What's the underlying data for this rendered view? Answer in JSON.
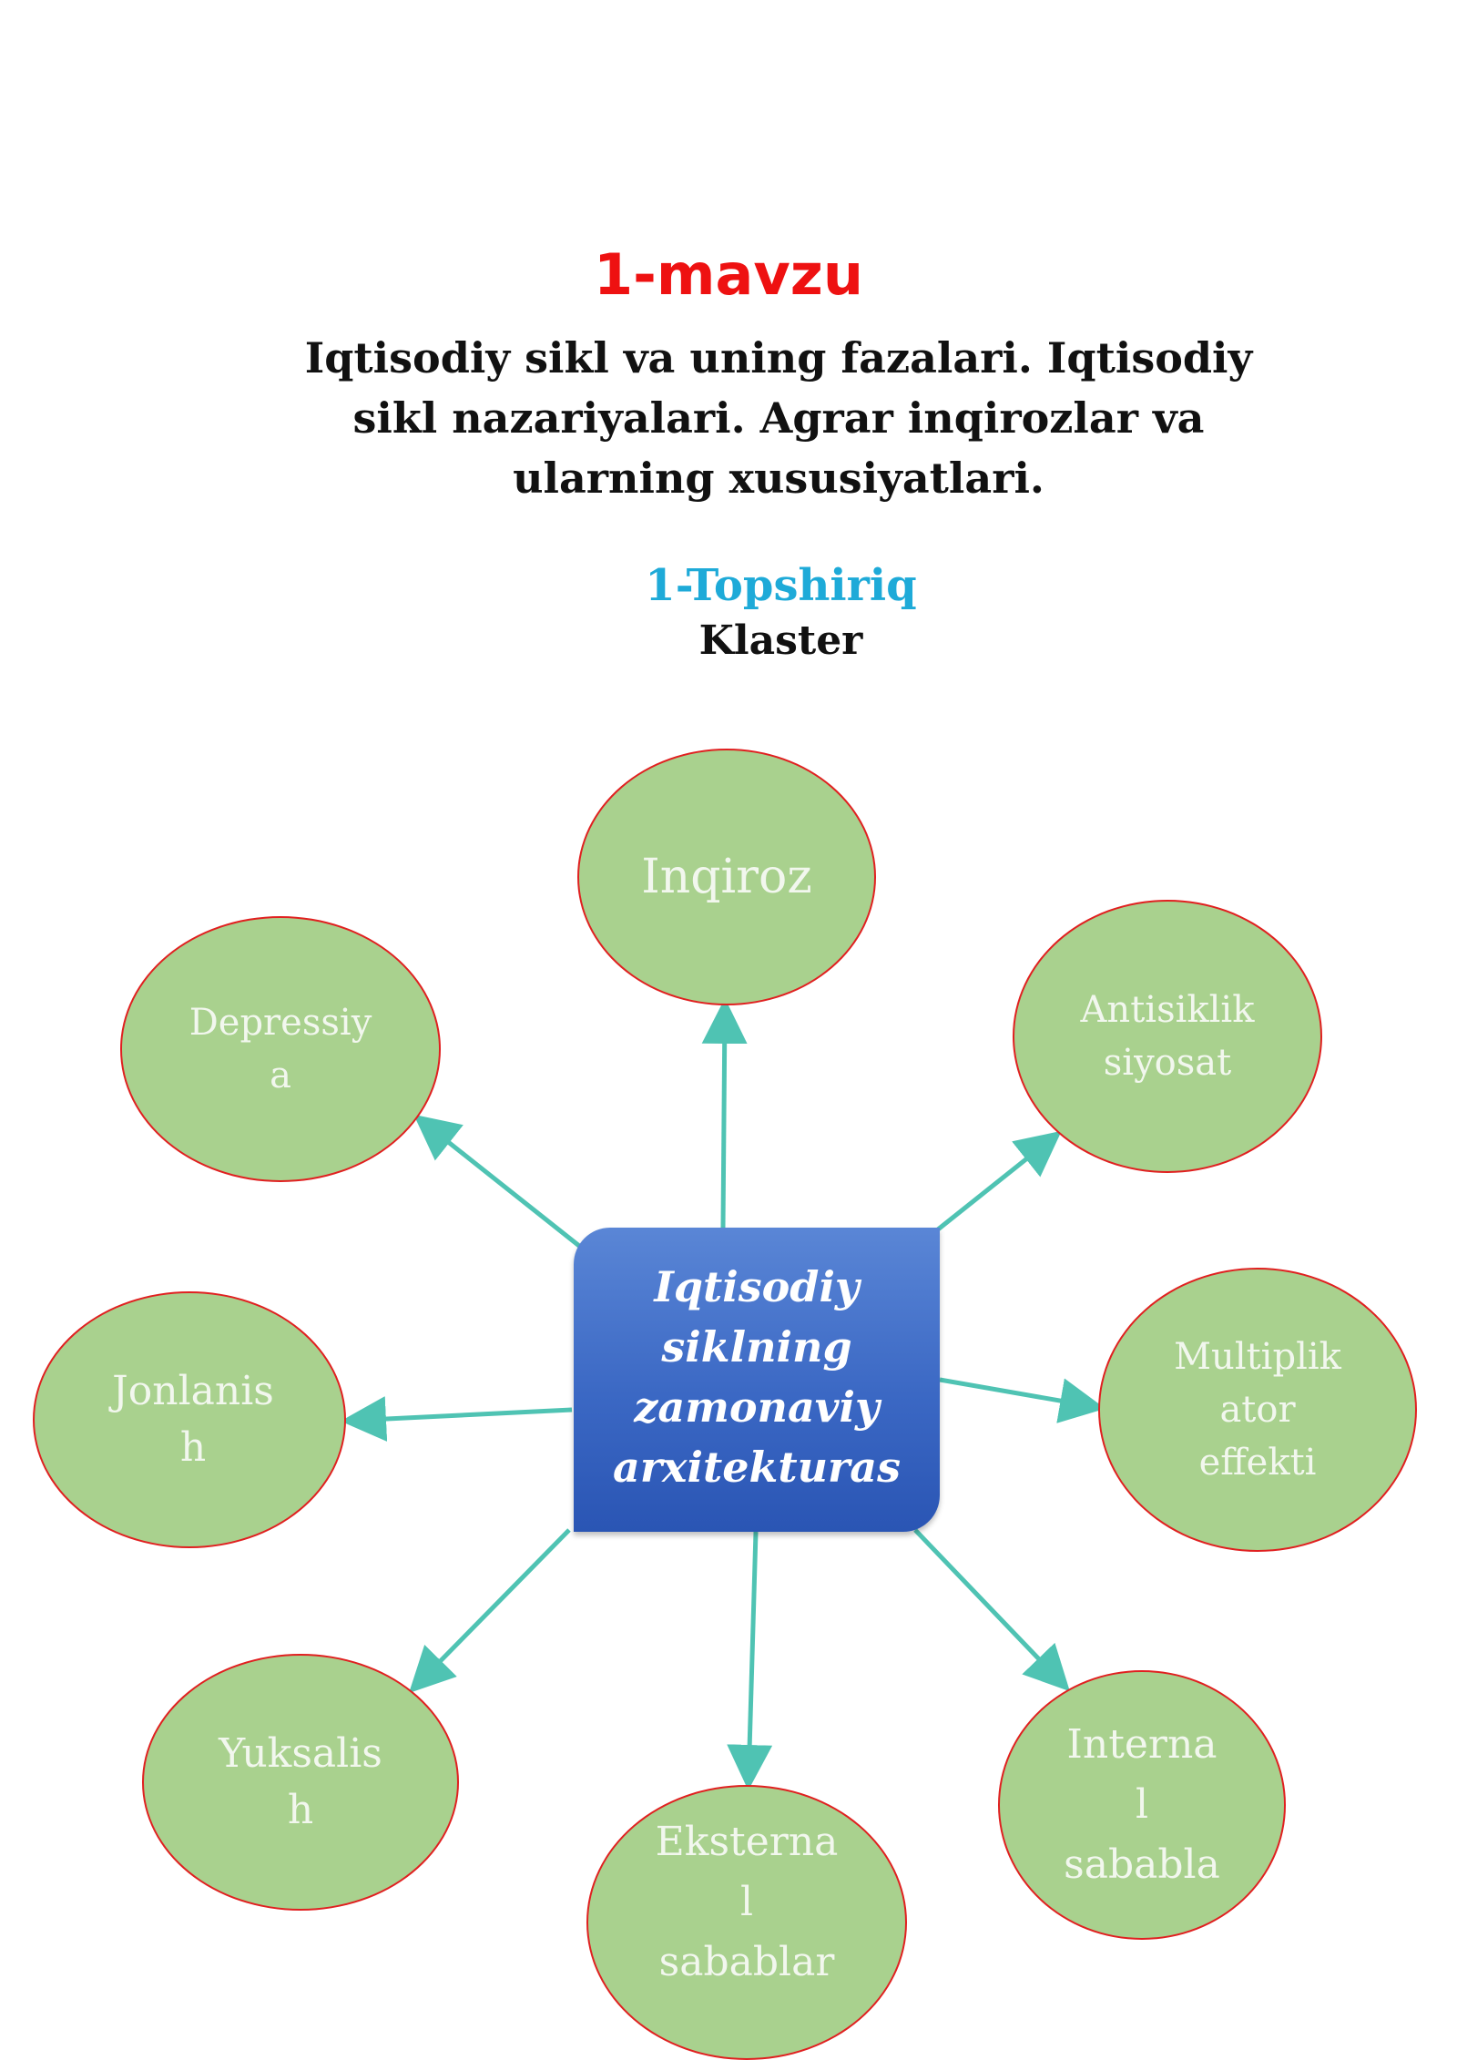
{
  "header": {
    "title": "1-mavzu",
    "subtitle": "Iqtisodiy sikl va uning fazalari. Iqtisodiy sikl nazariyalari. Agrar inqirozlar va ularning xususiyatlari.",
    "task": "1-Topshiriq",
    "section": "Klaster"
  },
  "cluster": {
    "center": "Iqtisodiy\nsiklning\nzamonaviy\narxitekturas\n.",
    "nodes": [
      {
        "id": "inqiroz",
        "label": "Inqiroz"
      },
      {
        "id": "antisiklik",
        "label": "Antisiklik\nsiyosat"
      },
      {
        "id": "multiplikator",
        "label": "Multiplik\nator\neffekti"
      },
      {
        "id": "internal",
        "label": "Interna\nl\nsababla"
      },
      {
        "id": "eksternal",
        "label": "Eksterna\nl\nsabablar"
      },
      {
        "id": "yuksalish",
        "label": "Yuksalis\nh"
      },
      {
        "id": "jonlanish",
        "label": "Jonlanis\nh"
      },
      {
        "id": "depressiya",
        "label": "Depressiy\na"
      }
    ]
  },
  "colors": {
    "title": "#ee1111",
    "task": "#1eaad8",
    "node_fill": "#a9d18e",
    "node_border": "#e02020",
    "arrow": "#4fc3b3",
    "center_fill": "#3b68c4"
  }
}
